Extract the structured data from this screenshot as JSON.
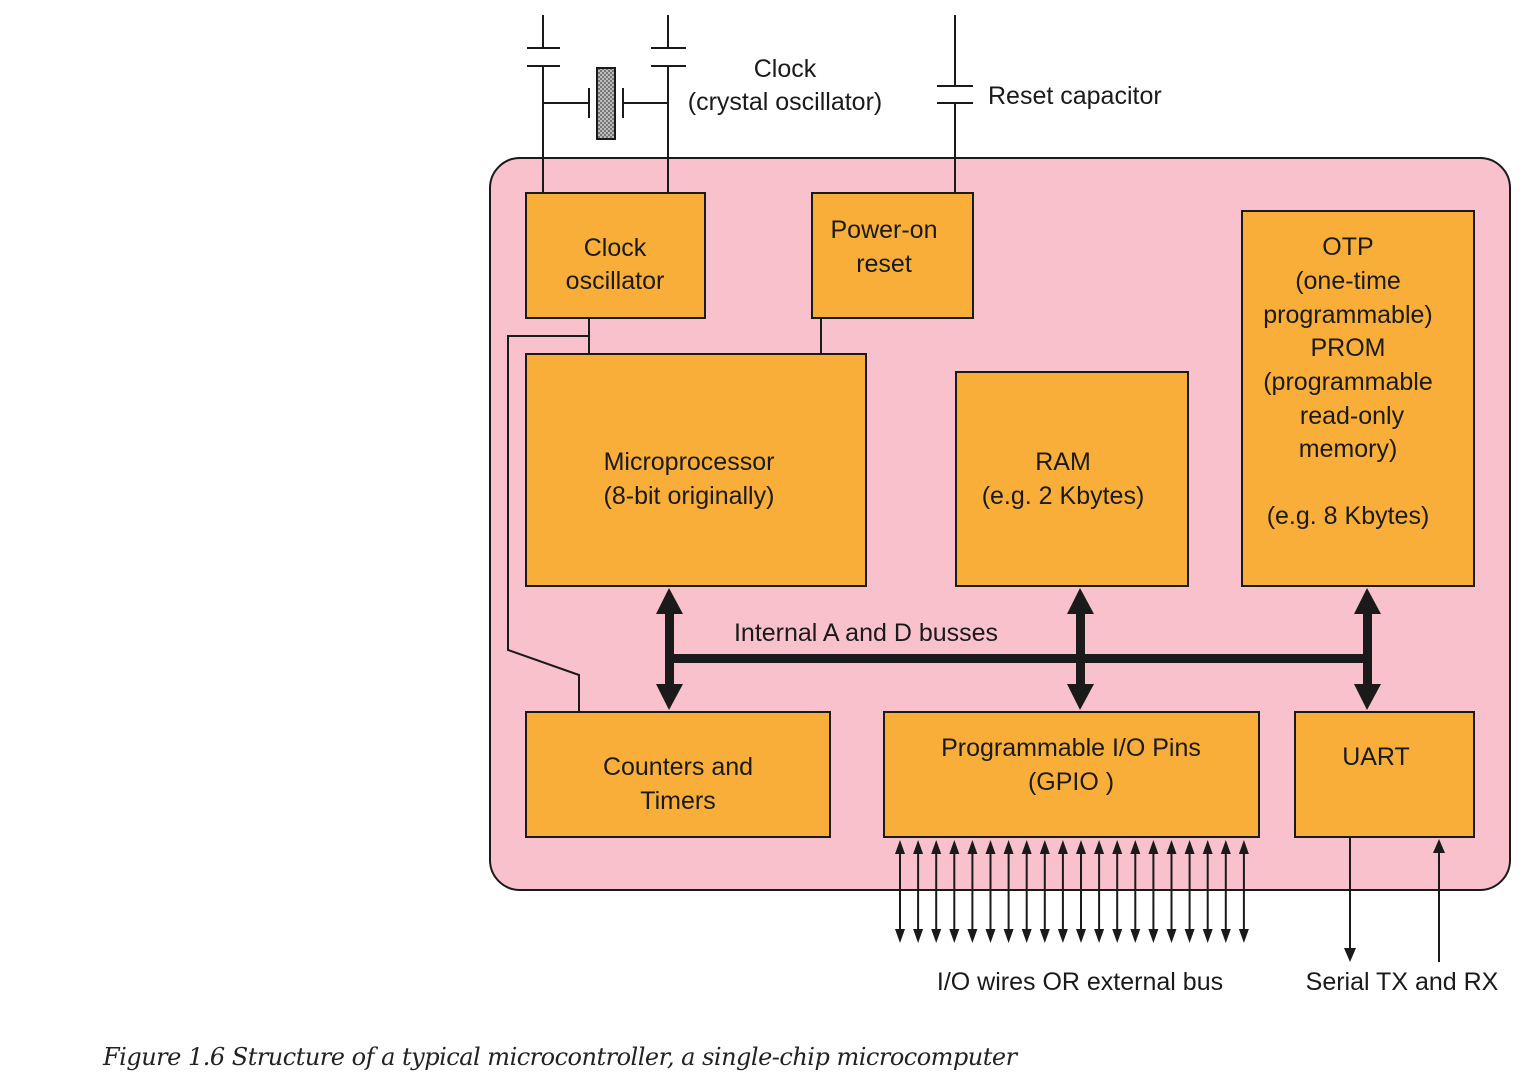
{
  "diagram": {
    "labels": {
      "clock_ext_1": "Clock",
      "clock_ext_2": "(crystal oscillator)",
      "reset_cap": "Reset capacitor",
      "bus": "Internal A and D busses",
      "io_wires": "I/O wires OR external bus",
      "serial": "Serial TX and RX"
    },
    "blocks": {
      "clock_osc": [
        "Clock",
        "oscillator"
      ],
      "power_on_reset": [
        "Power-on",
        "reset"
      ],
      "otp": [
        "OTP",
        "(one-time",
        "programmable)",
        "PROM",
        "(programmable",
        "read-only",
        "memory)",
        "",
        "(e.g. 8 Kbytes)"
      ],
      "microprocessor": [
        "Microprocessor",
        "(8-bit originally)"
      ],
      "ram": [
        "RAM",
        "(e.g. 2 Kbytes)"
      ],
      "counters": [
        "Counters and",
        "Timers"
      ],
      "gpio": [
        "Programmable I/O Pins",
        "(GPIO )"
      ],
      "uart": [
        "UART"
      ]
    },
    "colors": {
      "chip": "#f8c1cc",
      "block": "#f9ae3a",
      "line": "#1a1a1a"
    }
  },
  "caption": "Figure 1.6 Structure of a typical microcontroller, a single-chip microcomputer"
}
